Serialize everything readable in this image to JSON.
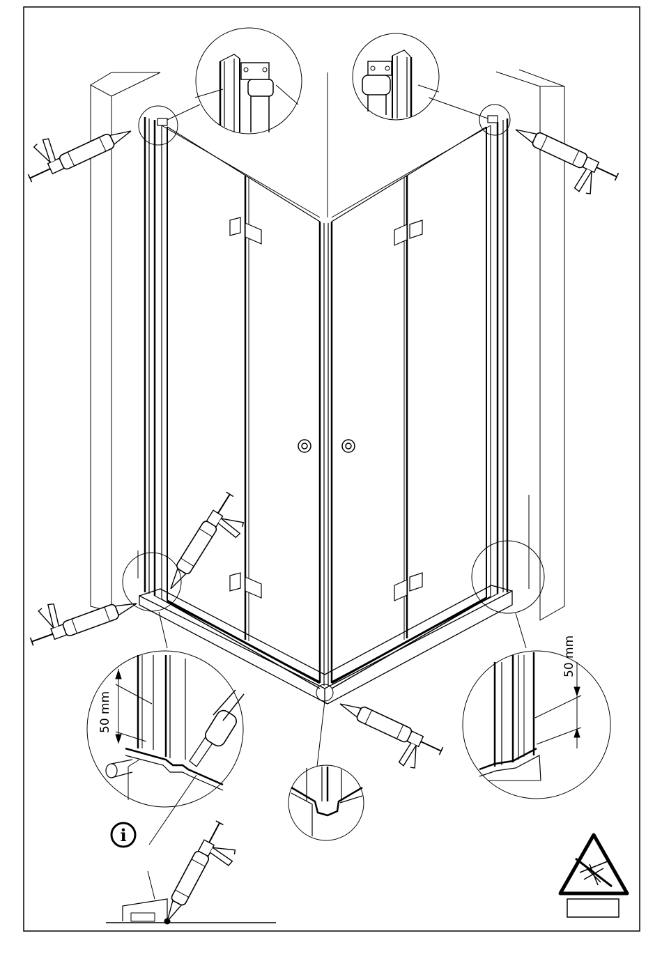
{
  "annotations": {
    "dim_left": "50 mm",
    "dim_right": "50 mm",
    "info_symbol": "i"
  },
  "icons": {
    "info": "info-icon",
    "warning": "no-spray-warning-icon",
    "caulk_gun": "silicone-gun-icon"
  },
  "colors": {
    "line": "#000000",
    "background": "#ffffff"
  }
}
